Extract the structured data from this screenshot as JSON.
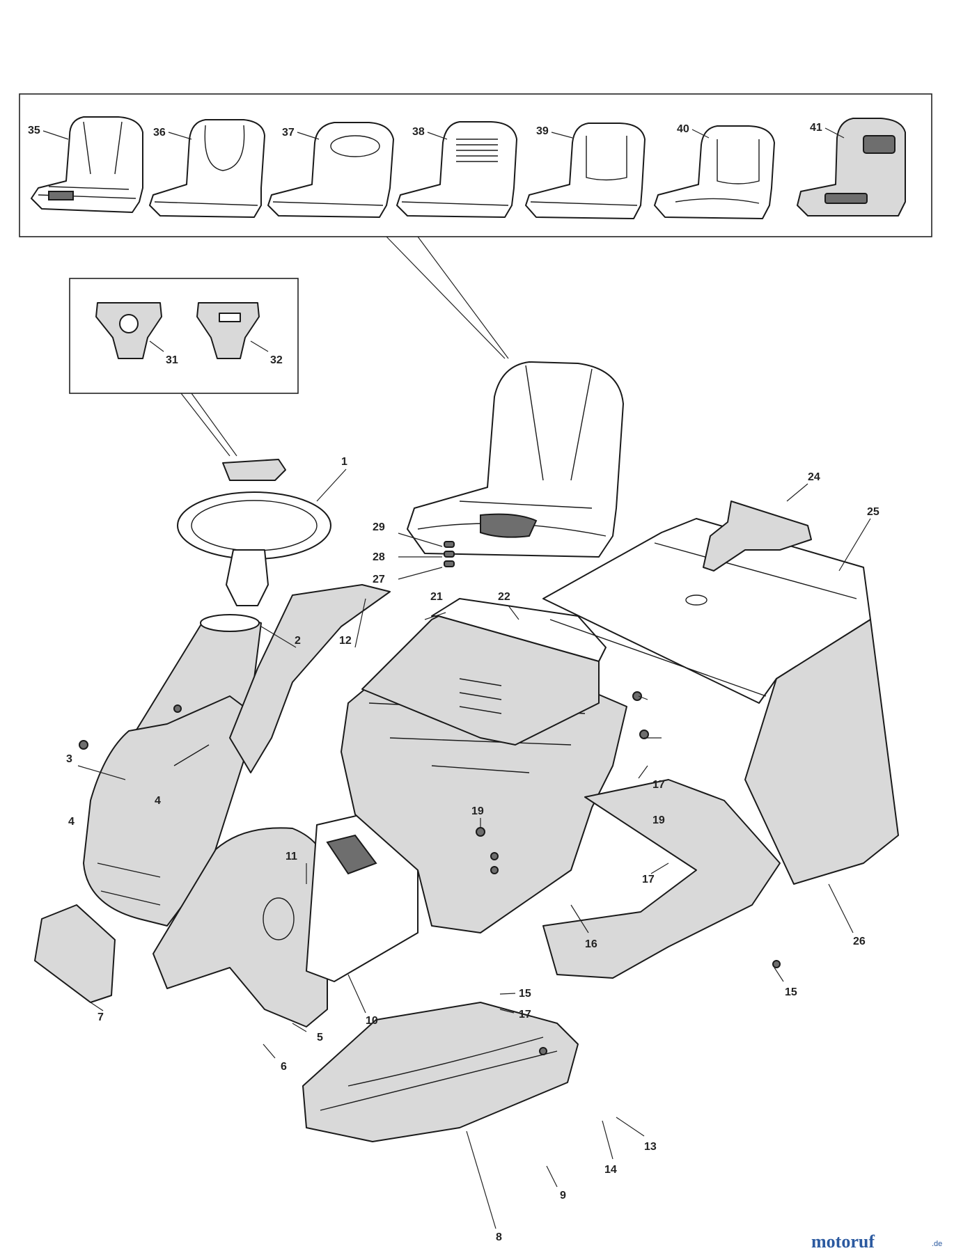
{
  "callouts": [
    "1",
    "2",
    "3",
    "4",
    "4",
    "5",
    "6",
    "7",
    "8",
    "9",
    "10",
    "11",
    "12",
    "13",
    "14",
    "15",
    "15",
    "16",
    "17",
    "17",
    "17",
    "19",
    "19",
    "21",
    "22",
    "24",
    "25",
    "26",
    "27",
    "28",
    "29",
    "31",
    "32",
    "35",
    "36",
    "37",
    "38",
    "39",
    "40",
    "41"
  ],
  "watermark": {
    "brand": "motoruf",
    "tld": ".de",
    "color": "#2c5aa0"
  },
  "icons": {
    "parts": "exploded-parts-drawing"
  }
}
